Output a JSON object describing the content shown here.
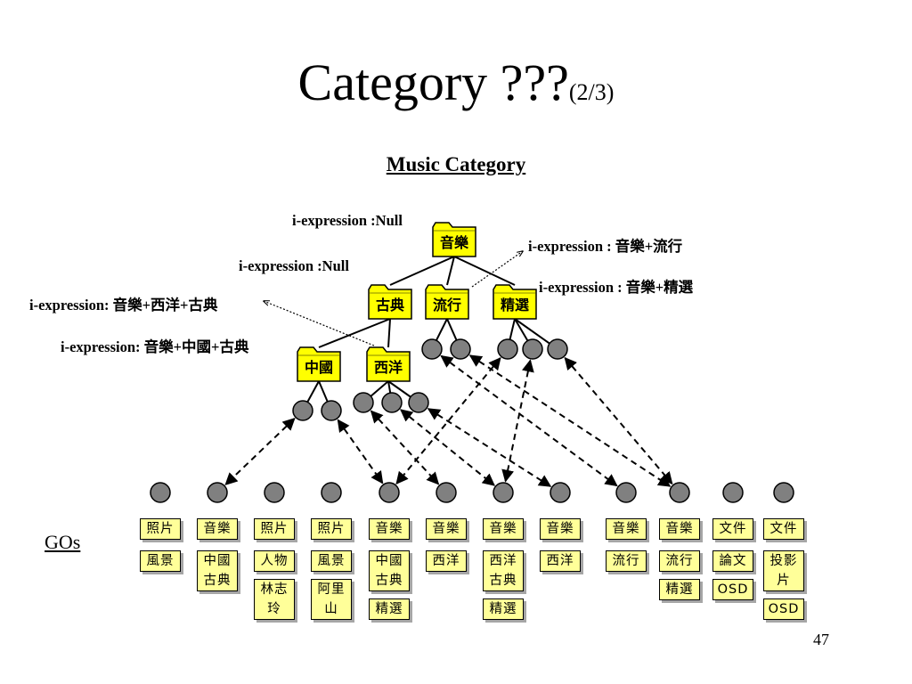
{
  "slide": {
    "title_main": "Category ???",
    "title_sub": "(2/3)",
    "subtitle": "Music Category",
    "gos_label": "GOs",
    "page_number": "47"
  },
  "colors": {
    "folder_fill": "#ffff00",
    "tag_fill": "#ffff99",
    "node_fill": "#808080",
    "line": "#000000"
  },
  "folders": [
    {
      "id": "root",
      "label": "音樂"
    },
    {
      "id": "classical",
      "label": "古典"
    },
    {
      "id": "pop",
      "label": "流行"
    },
    {
      "id": "featured",
      "label": "精選"
    },
    {
      "id": "chinese",
      "label": "中國"
    },
    {
      "id": "western",
      "label": "西洋"
    }
  ],
  "expressions": [
    {
      "id": "root",
      "text": "i-expression :Null"
    },
    {
      "id": "pop",
      "text": "i-expression : 音樂+流行"
    },
    {
      "id": "classical",
      "text": "i-expression :Null"
    },
    {
      "id": "featured",
      "text": "i-expression : 音樂+精選"
    },
    {
      "id": "western",
      "text": "i-expression: 音樂+西洋+古典"
    },
    {
      "id": "chinese",
      "text": "i-expression: 音樂+中國+古典"
    }
  ],
  "go_columns": [
    [
      "照片",
      "風景"
    ],
    [
      "音樂",
      "中國古典"
    ],
    [
      "照片",
      "人物",
      "林志玲"
    ],
    [
      "照片",
      "風景",
      "阿里山"
    ],
    [
      "音樂",
      "中國古典",
      "精選"
    ],
    [
      "音樂",
      "西洋"
    ],
    [
      "音樂",
      "西洋古典",
      "精選"
    ],
    [
      "音樂",
      "西洋"
    ],
    [
      "音樂",
      "流行"
    ],
    [
      "音樂",
      "流行",
      "精選"
    ],
    [
      "文件",
      "論文",
      "OSD"
    ],
    [
      "文件",
      "投影片",
      "OSD"
    ]
  ]
}
